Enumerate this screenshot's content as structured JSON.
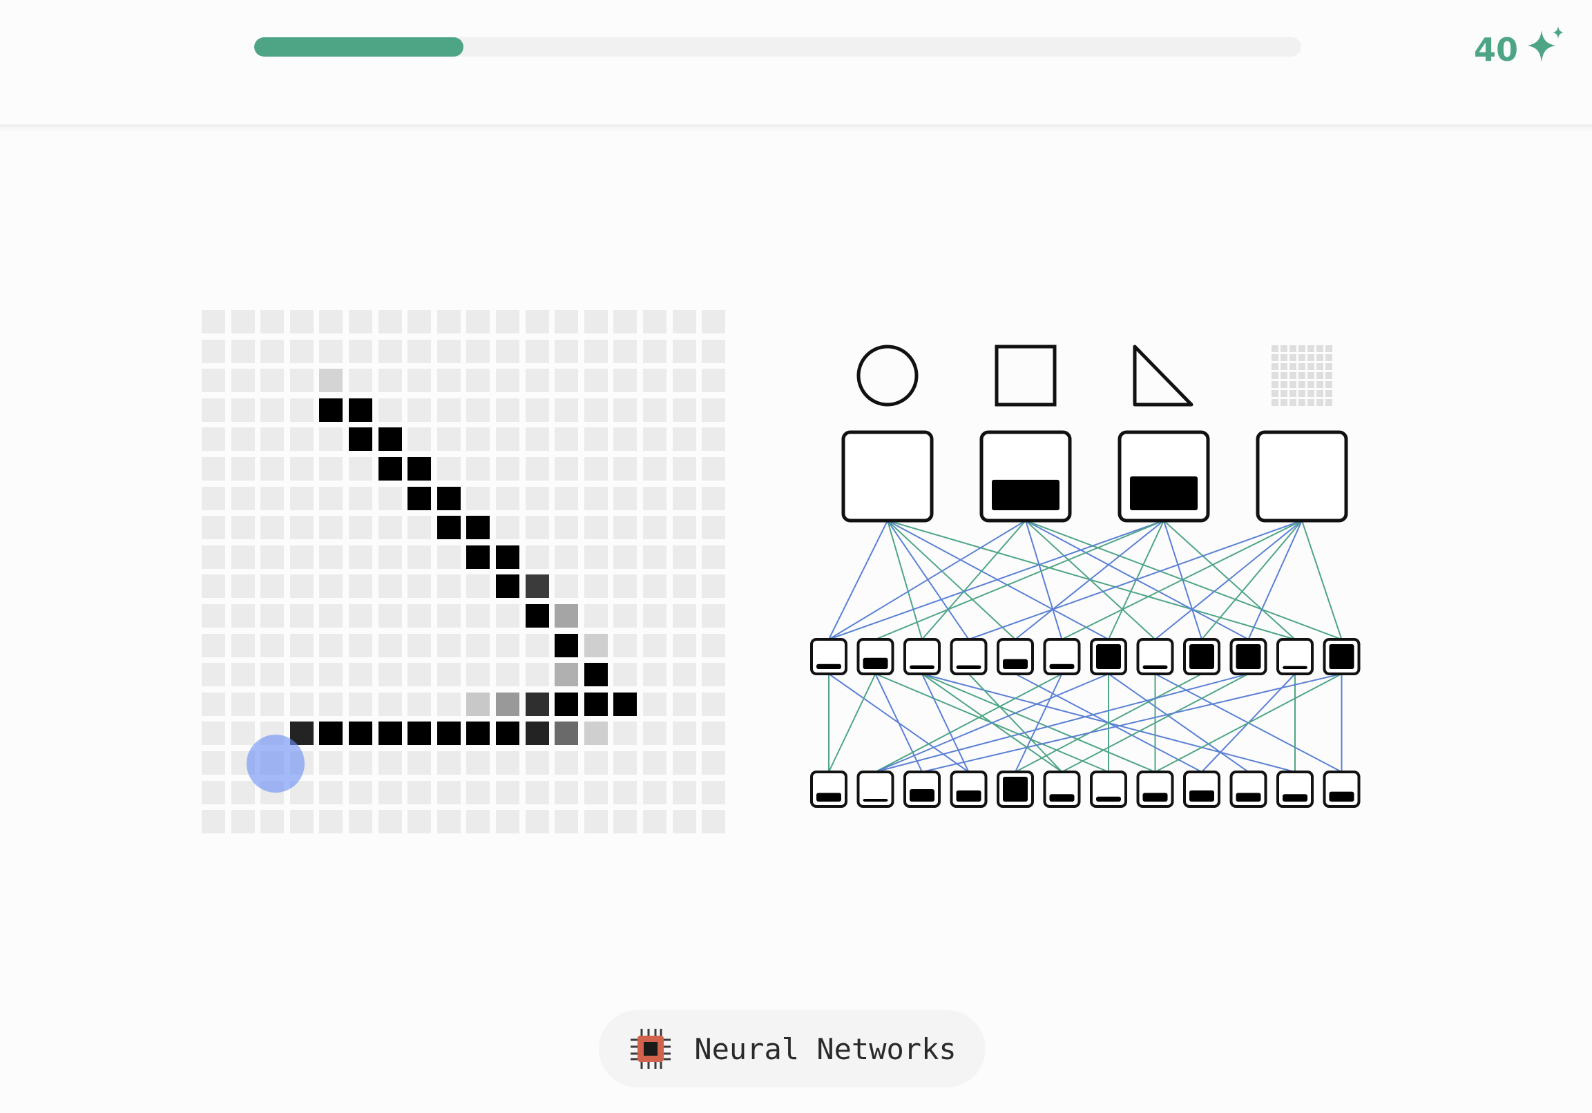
{
  "header": {
    "progress": 0.2,
    "progress_color": "#4ea585",
    "score": "40",
    "score_icon": "sparkle-icon"
  },
  "canvas": {
    "grid_size": 18,
    "cells": [
      [
        4,
        3,
        1
      ],
      [
        5,
        3,
        1
      ],
      [
        5,
        4,
        1
      ],
      [
        6,
        4,
        1
      ],
      [
        6,
        5,
        1
      ],
      [
        7,
        5,
        1
      ],
      [
        7,
        6,
        1
      ],
      [
        8,
        6,
        1
      ],
      [
        8,
        7,
        1
      ],
      [
        9,
        7,
        1
      ],
      [
        9,
        8,
        1
      ],
      [
        10,
        8,
        1
      ],
      [
        10,
        9,
        1
      ],
      [
        11,
        9,
        0.75
      ],
      [
        11,
        10,
        1
      ],
      [
        12,
        10,
        0.3
      ],
      [
        12,
        11,
        1
      ],
      [
        13,
        11,
        0.12
      ],
      [
        12,
        12,
        0.25
      ],
      [
        13,
        12,
        1
      ],
      [
        9,
        13,
        0.15
      ],
      [
        10,
        13,
        0.35
      ],
      [
        11,
        13,
        0.8
      ],
      [
        12,
        13,
        1
      ],
      [
        13,
        13,
        1
      ],
      [
        14,
        13,
        1
      ],
      [
        3,
        14,
        0.85
      ],
      [
        4,
        14,
        1
      ],
      [
        5,
        14,
        1
      ],
      [
        6,
        14,
        1
      ],
      [
        7,
        14,
        1
      ],
      [
        8,
        14,
        1
      ],
      [
        9,
        14,
        1
      ],
      [
        10,
        14,
        1
      ],
      [
        11,
        14,
        0.85
      ],
      [
        12,
        14,
        0.55
      ],
      [
        13,
        14,
        0.12
      ],
      [
        4,
        2,
        0.1
      ]
    ]
  },
  "network": {
    "outputs": [
      {
        "shape": "circle-icon",
        "activation": 0
      },
      {
        "shape": "square-icon",
        "activation": 0.45
      },
      {
        "shape": "triangle-icon",
        "activation": 0.5
      },
      {
        "shape": "noise-icon",
        "activation": 0
      }
    ],
    "hidden": [
      0.2,
      0.45,
      0.15,
      0.15,
      0.4,
      0.2,
      1,
      0.15,
      1,
      1,
      0.12,
      1
    ],
    "inputs": [
      0.35,
      0.05,
      0.5,
      0.45,
      1,
      0.3,
      0.2,
      0.35,
      0.45,
      0.35,
      0.3,
      0.4
    ],
    "link_colors": [
      "#5a80d4",
      "#4ea585"
    ]
  },
  "topic": {
    "icon": "chip-icon",
    "label": "Neural Networks"
  }
}
